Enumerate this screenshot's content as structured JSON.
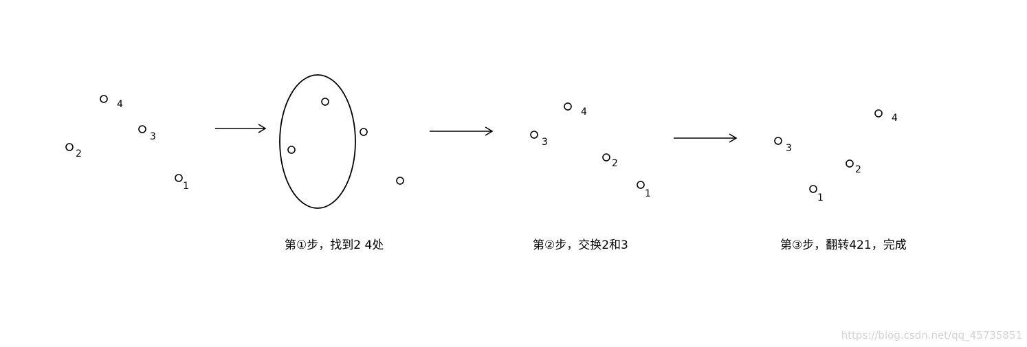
{
  "stages": [
    {
      "labels": [
        "4",
        "3",
        "2",
        "1"
      ]
    },
    {
      "caption": "第①步，找到2 4处"
    },
    {
      "labels": [
        "4",
        "3",
        "2",
        "1"
      ],
      "caption": "第②步，交换2和3"
    },
    {
      "labels": [
        "4",
        "3",
        "2",
        "1"
      ],
      "caption": "第③步，翻转421，完成"
    }
  ],
  "watermark": "https://blog.csdn.net/qq_45735851"
}
